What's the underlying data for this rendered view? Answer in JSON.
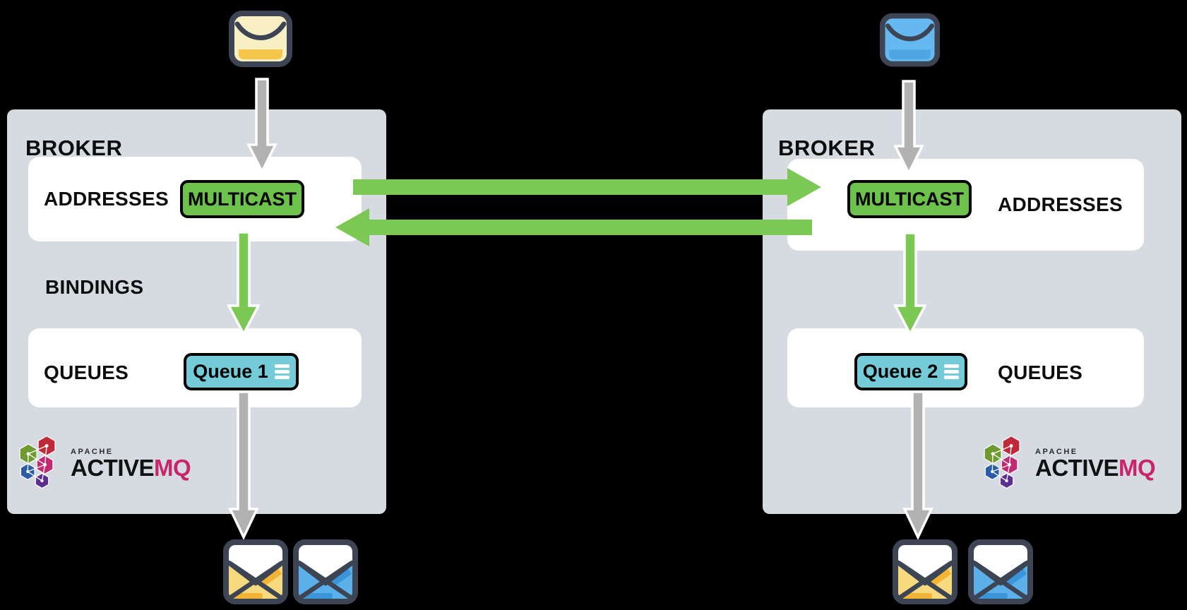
{
  "left_broker": {
    "title": "BROKER",
    "addresses_label": "ADDRESSES",
    "bindings_label": "BINDINGS",
    "queues_label": "QUEUES",
    "multicast_button": "MULTICAST",
    "queue_button": "Queue 1"
  },
  "right_broker": {
    "title": "BROKER",
    "addresses_label": "ADDRESSES",
    "queues_label": "QUEUES",
    "multicast_button": "MULTICAST",
    "queue_button": "Queue 2"
  },
  "logo": {
    "apache": "APACHE",
    "active": "ACTIVE",
    "mq": "MQ"
  },
  "colors": {
    "background": "#000000",
    "broker_panel": "#d6dbe2",
    "inner_panel": "#ffffff",
    "multicast_green": "#6cc24a",
    "queue_teal": "#74ccd9",
    "arrow_green": "#7cc854",
    "arrow_gray": "#b2b2b2",
    "envelope_yellow": "#f9efc5",
    "envelope_yellow_accent": "#f6c64a",
    "envelope_blue": "#66b9f0",
    "envelope_blue_accent": "#4da5e2",
    "open_envelope_yellow": "#f7da7e",
    "open_envelope_yellow_accent": "#f1b434",
    "open_envelope_blue": "#5cb0e9",
    "open_envelope_blue_accent": "#3b94d8",
    "outline_dark": "#3d4554",
    "mq_pink": "#c9256d"
  },
  "icons": {
    "closed_envelope": "message icon (rounded envelope with flap curve)",
    "open_envelope": "delivered message icon (open envelope with letter)",
    "queue_list": "three horizontal bars",
    "activemq_logo": "hexagon cluster"
  }
}
